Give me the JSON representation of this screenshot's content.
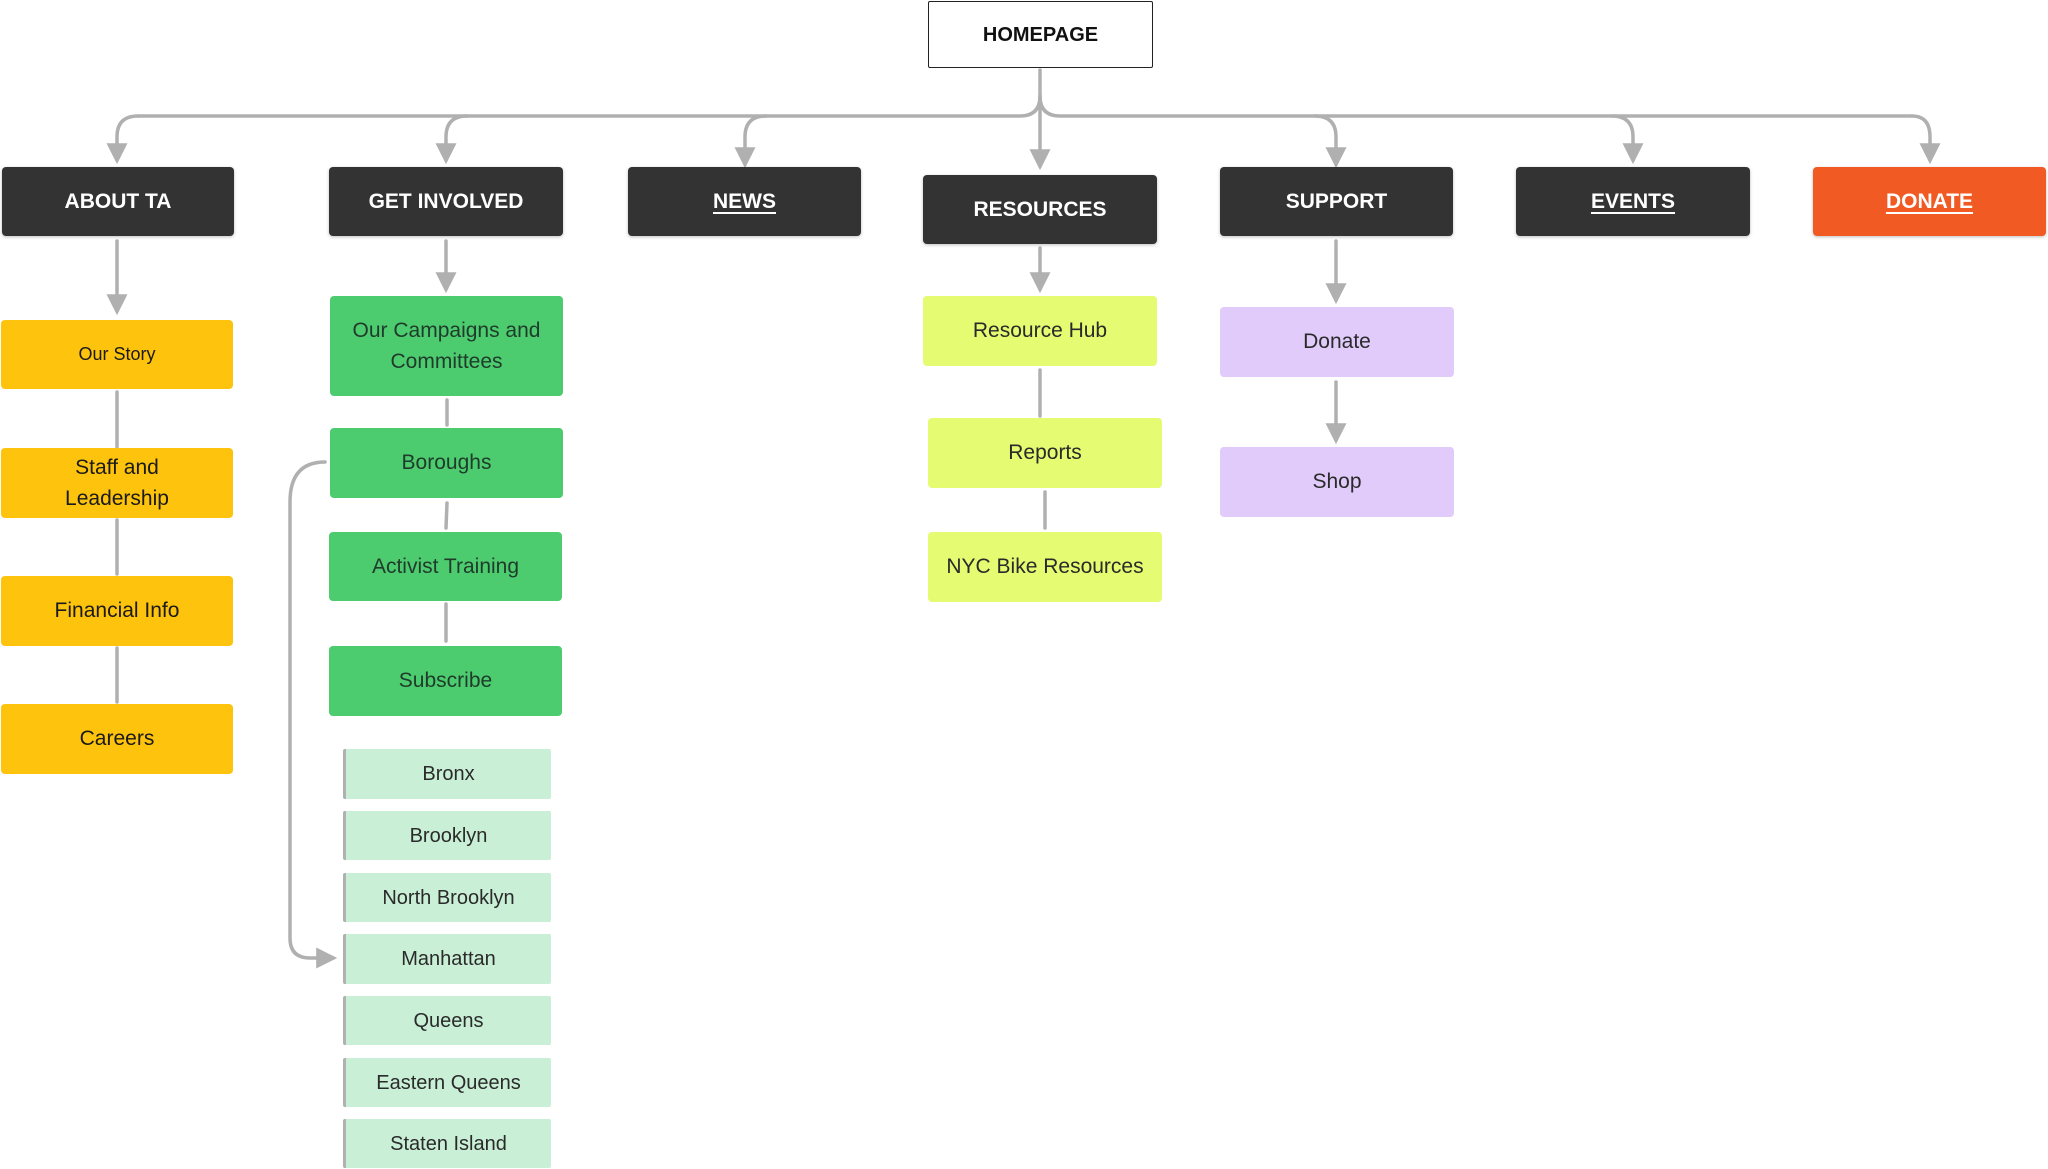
{
  "homepage": {
    "label": "HOMEPAGE"
  },
  "categories": {
    "about": "ABOUT TA",
    "get_involved": "GET INVOLVED",
    "news": "NEWS",
    "resources": "RESOURCES",
    "support": "SUPPORT",
    "events": "EVENTS",
    "donate": "DONATE"
  },
  "about_pages": {
    "our_story": "Our Story",
    "staff_leadership": "Staff and Leadership",
    "financial_info": "Financial Info",
    "careers": "Careers"
  },
  "get_involved_pages": {
    "campaigns": "Our Campaigns and Committees",
    "boroughs": "Boroughs",
    "activist_training": "Activist Training",
    "subscribe": "Subscribe"
  },
  "boroughs": {
    "bronx": "Bronx",
    "brooklyn": "Brooklyn",
    "north_brooklyn": "North Brooklyn",
    "manhattan": "Manhattan",
    "queens": "Queens",
    "eastern_queens": "Eastern Queens",
    "staten_island": "Staten Island"
  },
  "resources_pages": {
    "resource_hub": "Resource Hub",
    "reports": "Reports",
    "nyc_bike_resources": "NYC Bike Resources"
  },
  "support_pages": {
    "donate": "Donate",
    "shop": "Shop"
  },
  "colors": {
    "category_bg": "#333333",
    "donate_accent": "#f15a22",
    "about_yellow": "#fec30d",
    "involved_green": "#4dcb6f",
    "borough_mint": "#c9f0d6",
    "resources_lime": "#e4fb72",
    "support_lavender": "#e0cbfa",
    "connector_gray": "#b0b0b0"
  }
}
